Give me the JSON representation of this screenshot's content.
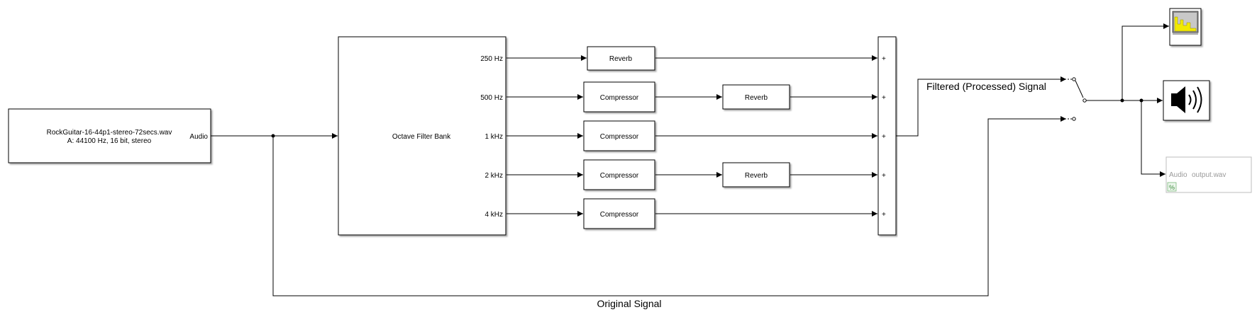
{
  "source_block": {
    "line1": "RockGuitar-16-44p1-stereo-72secs.wav",
    "line2": "A: 44100 Hz, 16 bit, stereo",
    "port": "Audio"
  },
  "filter_bank": {
    "title": "Octave Filter Bank",
    "outputs": [
      "250 Hz",
      "500 Hz",
      "1 kHz",
      "2 kHz",
      "4 kHz"
    ]
  },
  "blocks": {
    "reverb": "Reverb",
    "compressor": "Compressor"
  },
  "sum": {
    "sign": "+"
  },
  "labels": {
    "filtered": "Filtered (Processed) Signal",
    "original": "Original Signal"
  },
  "sink": {
    "port": "Audio",
    "file": "output.wav",
    "badge": "%"
  },
  "icons": {
    "scope": "spectrum-analyzer-icon",
    "speaker": "audio-device-writer-icon"
  }
}
